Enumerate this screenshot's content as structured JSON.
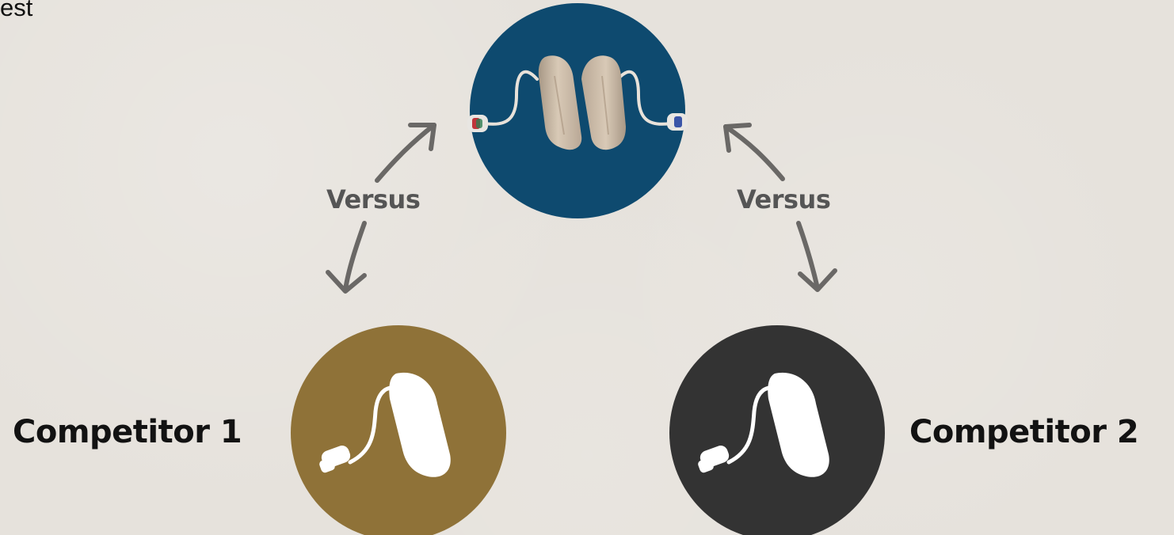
{
  "corner_text": "est",
  "center_product": {
    "circle_color": "#0e4a6f",
    "device_color": "#c9b8a4",
    "icon": "hearing-aid-pair-icon"
  },
  "connections": [
    {
      "label": "Versus",
      "from": "center-product",
      "to": "competitor-1"
    },
    {
      "label": "Versus",
      "from": "center-product",
      "to": "competitor-2"
    }
  ],
  "competitors": [
    {
      "label": "Competitor 1",
      "circle_color": "#8f7238",
      "icon": "hearing-aid-icon"
    },
    {
      "label": "Competitor 2",
      "circle_color": "#333333",
      "icon": "hearing-aid-icon"
    }
  ],
  "colors": {
    "background": "#e6e2dc",
    "arrow": "#6a6866",
    "versus_text": "#555555",
    "label_text": "#121212"
  }
}
